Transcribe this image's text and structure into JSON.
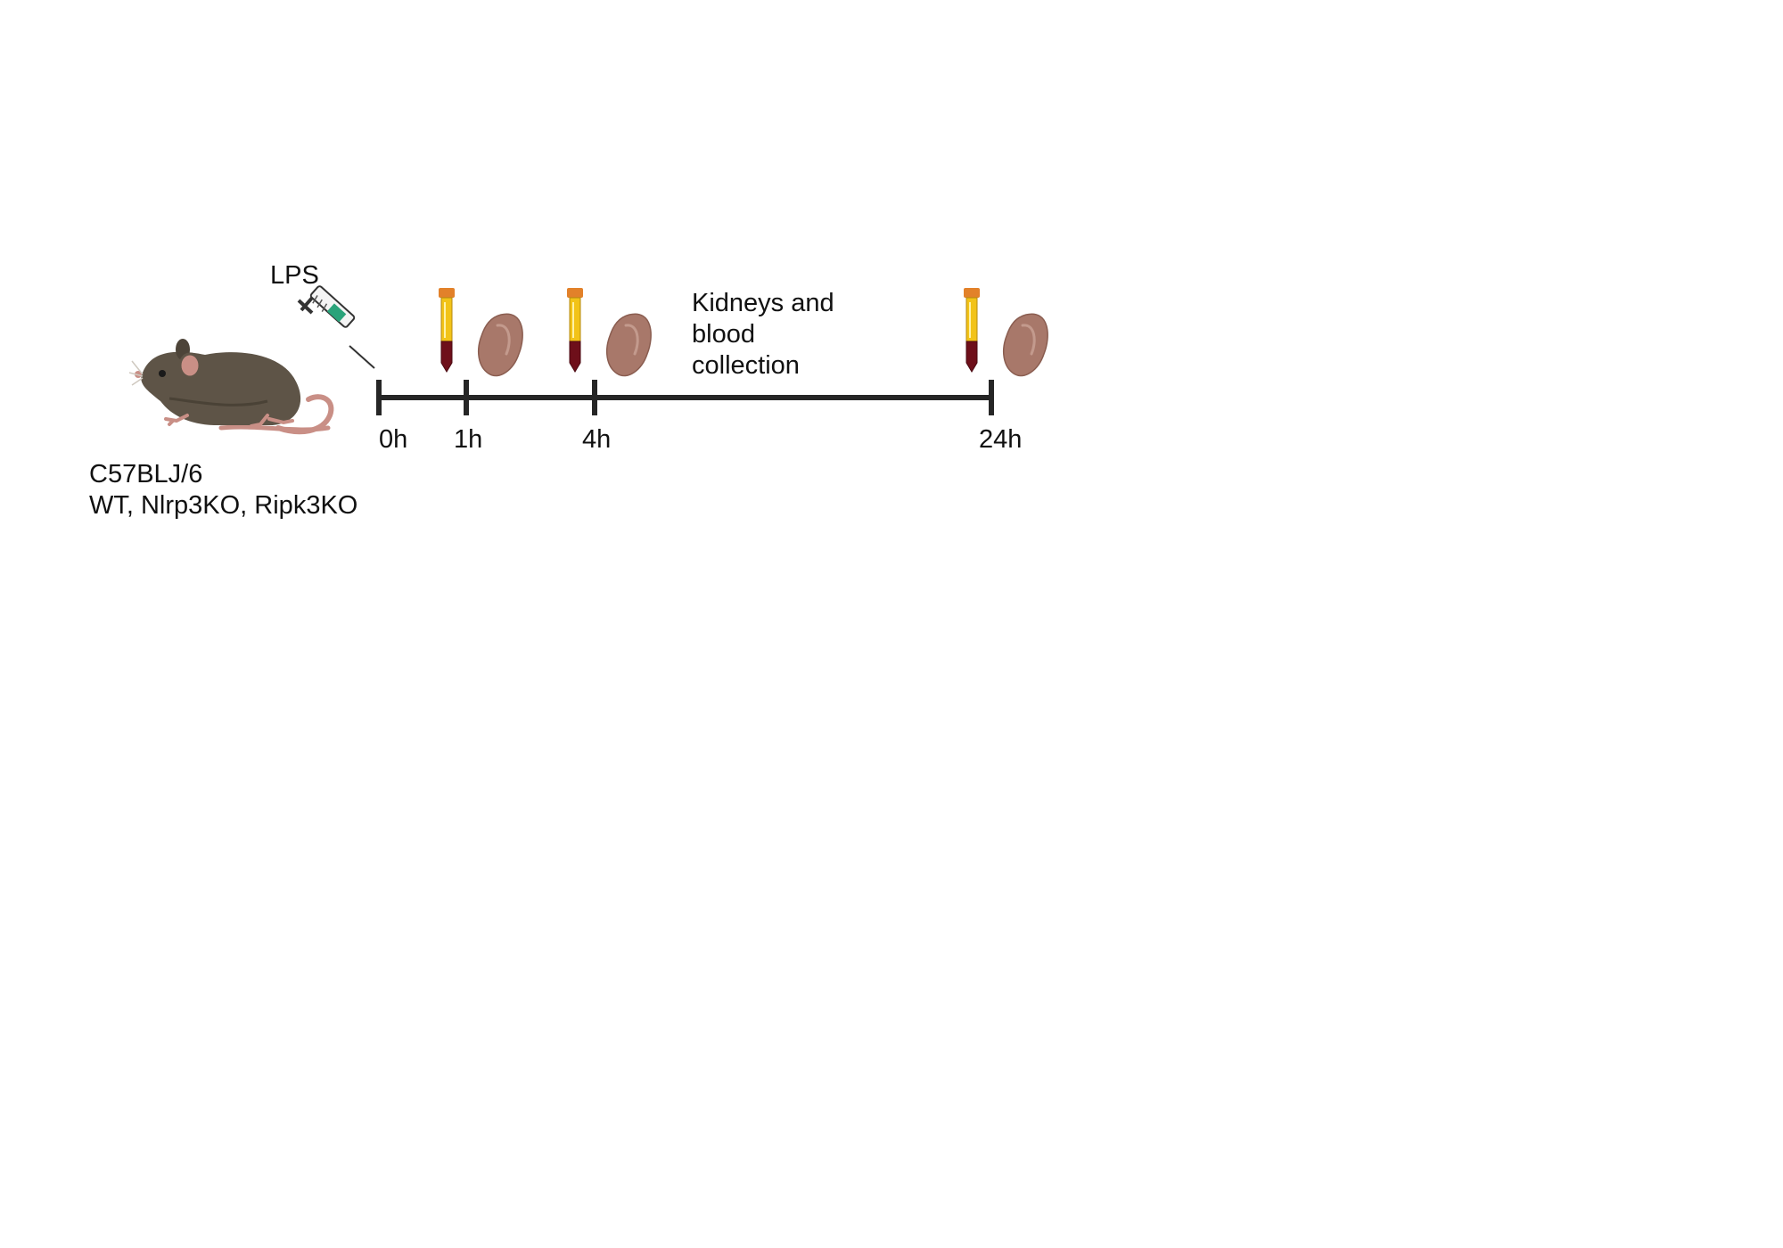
{
  "colors": {
    "axis": "#262626",
    "mouse_body": "#5e5447",
    "mouse_skin": "#c98f86",
    "tube_cap": "#e2812a",
    "tube_yellow": "#f2c318",
    "blood": "#6e0f1a",
    "kidney": "#a8786a",
    "syringe_fluid": "#2aa37a"
  },
  "icons": {
    "animal": "mouse-icon",
    "injection": "syringe-icon",
    "sample": "blood-tube-icon",
    "organ": "kidney-icon"
  },
  "injection_label": "LPS",
  "collection_label": [
    "Kidneys and",
    "blood",
    "collection"
  ],
  "strain": {
    "line1": "C57BLJ/6",
    "line2": "WT, Nlrp3KO, Ripk3KO"
  },
  "timeline": {
    "ticks": [
      {
        "label": "0h",
        "hours": 0,
        "collection": false
      },
      {
        "label": "1h",
        "hours": 1,
        "collection": true
      },
      {
        "label": "4h",
        "hours": 4,
        "collection": true
      },
      {
        "label": "24h",
        "hours": 24,
        "collection": true
      }
    ]
  }
}
